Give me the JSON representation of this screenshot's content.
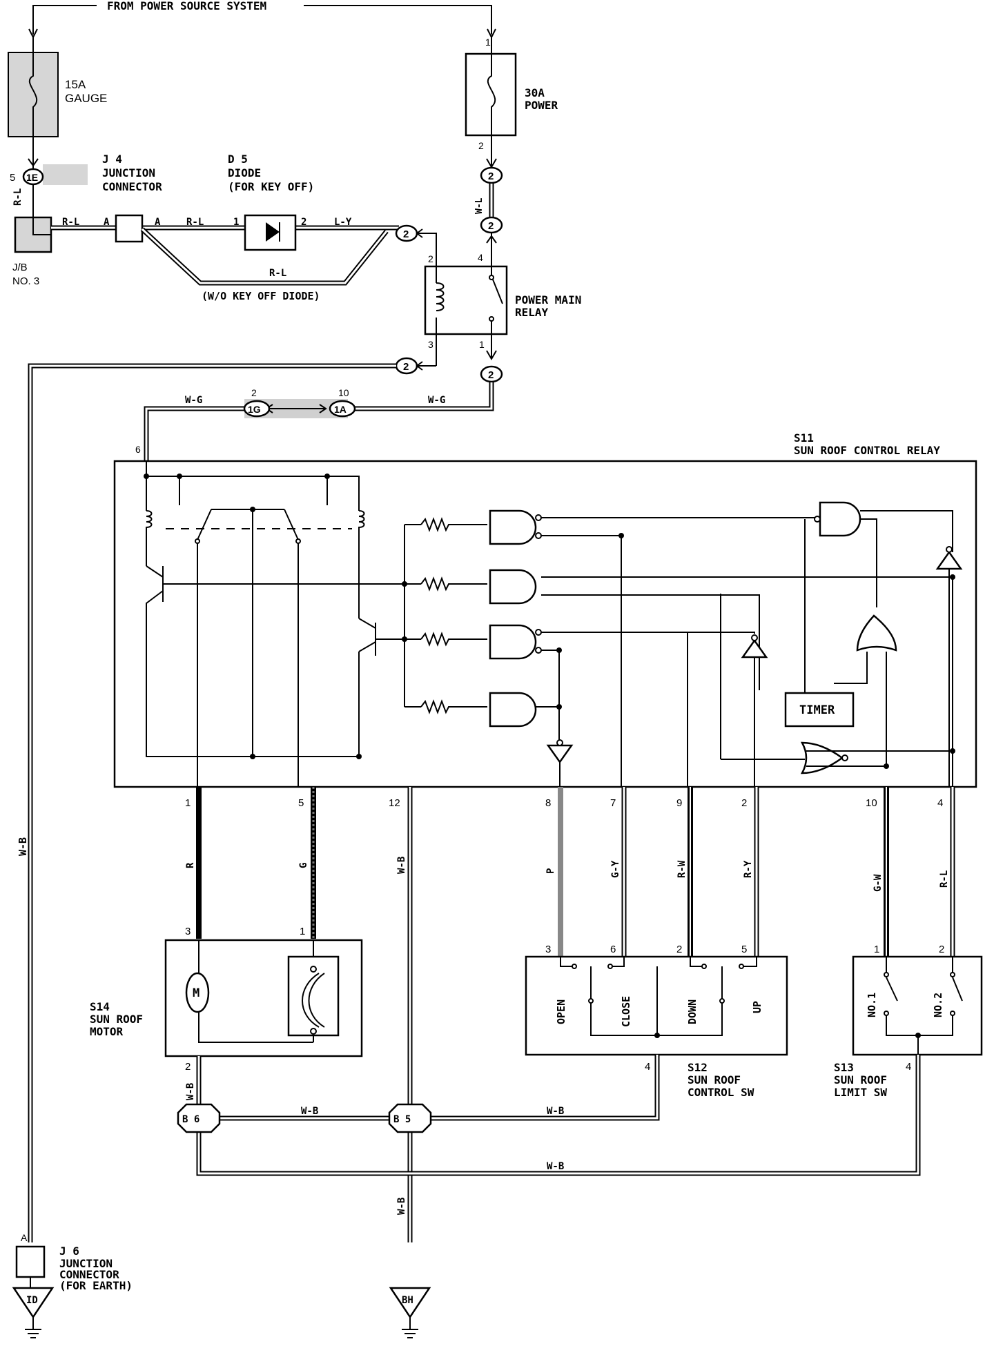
{
  "header": {
    "source": "FROM POWER SOURCE SYSTEM"
  },
  "fuses": {
    "gauge": {
      "rating": "15A",
      "name": "GAUGE"
    },
    "power": {
      "rating": "30A",
      "name": "POWER"
    }
  },
  "junction_block": {
    "name": "J/B",
    "number": "NO. 3",
    "connector": "1E",
    "pin": "5"
  },
  "j4": {
    "id": "J 4",
    "line1": "JUNCTION",
    "line2": "CONNECTOR",
    "pin_in": "A",
    "pin_out": "A"
  },
  "d5": {
    "id": "D 5",
    "line1": "DIODE",
    "line2": "(FOR KEY OFF)",
    "pin1": "1",
    "pin2": "2"
  },
  "bypass_note": "(W/O KEY OFF DIODE)",
  "relay": {
    "line1": "POWER MAIN",
    "line2": "RELAY",
    "pin_coil_top": "2",
    "pin_coil_bottom": "3",
    "pin_sw_top": "4",
    "pin_sw_bottom": "1"
  },
  "relay_connector": "2",
  "junction_connectors": {
    "left": "1G",
    "left_pin": "2",
    "right": "1A",
    "right_pin": "10"
  },
  "control_relay": {
    "id": "S11",
    "name": "SUN ROOF CONTROL RELAY",
    "timer": "TIMER",
    "pin_power": "6"
  },
  "motor": {
    "id": "S14",
    "line1": "SUN ROOF",
    "line2": "MOTOR",
    "symbol": "M",
    "pin_top_left": "3",
    "pin_top_right": "1",
    "pin_bottom": "2"
  },
  "control_sw": {
    "id": "S12",
    "line1": "SUN ROOF",
    "line2": "CONTROL SW",
    "positions": [
      "OPEN",
      "CLOSE",
      "DOWN",
      "UP"
    ],
    "pins_top": [
      "3",
      "6",
      "2",
      "5"
    ],
    "pin_bottom": "4"
  },
  "limit_sw": {
    "id": "S13",
    "line1": "SUN ROOF",
    "line2": "LIMIT SW",
    "positions": [
      "NO.1",
      "NO.2"
    ],
    "pins_top": [
      "1",
      "2"
    ],
    "pin_bottom": "4"
  },
  "relay_pins": [
    "1",
    "5",
    "12",
    "8",
    "7",
    "9",
    "2",
    "10",
    "4"
  ],
  "wires": {
    "R": "R",
    "G": "G",
    "WB": "W-B",
    "P": "P",
    "GY": "G-Y",
    "RW": "R-W",
    "RY": "R-Y",
    "GW": "G-W",
    "RL": "R-L",
    "WG": "W-G",
    "LY": "L-Y",
    "WL": "W-L"
  },
  "splices": {
    "b6": "B 6",
    "b5": "B 5"
  },
  "j6": {
    "id": "J 6",
    "line1": "JUNCTION",
    "line2": "CONNECTOR",
    "line3": "(FOR EARTH)",
    "pin": "A"
  },
  "grounds": {
    "left": "ID",
    "right": "BH"
  }
}
